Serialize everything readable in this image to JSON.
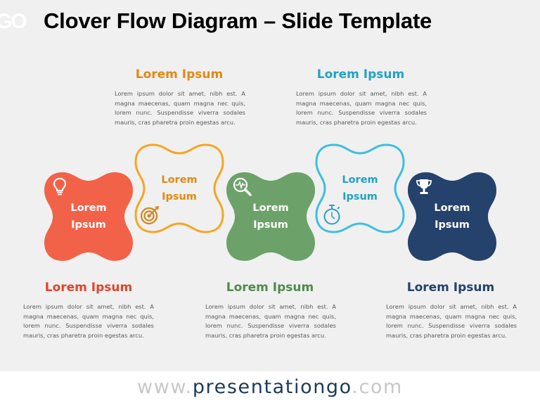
{
  "header": {
    "logo_fragment": "GO",
    "title": "Clover Flow Diagram – Slide Template"
  },
  "colors": {
    "red": "#f26249",
    "orange": "#f5a623",
    "orange_text": "#e08a12",
    "green": "#6ca26a",
    "teal": "#3ebfe0",
    "teal_text": "#21a2c4",
    "navy": "#24426b",
    "body_text": "#595959"
  },
  "steps": [
    {
      "shape_label_1": "Lorem",
      "shape_label_2": "Ipsum",
      "icon": "lightbulb-icon",
      "style": "filled",
      "heading": "Lorem Ipsum",
      "body": "Lorem ipsum dolor sit amet, nibh est. A magna maecenas, quam magna nec quis, lorem nunc. Suspendisse viverra sodales mauris, cras pharetra proin egestas arcu."
    },
    {
      "shape_label_1": "Lorem",
      "shape_label_2": "Ipsum",
      "icon": "target-icon",
      "style": "outline",
      "heading": "Lorem Ipsum",
      "body": "Lorem ipsum dolor sit amet, nibh est. A magna maecenas, quam magna nec quis, lorem nunc. Suspendisse viverra sodales mauris, cras pharetra proin egestas arcu."
    },
    {
      "shape_label_1": "Lorem",
      "shape_label_2": "Ipsum",
      "icon": "magnifier-pulse-icon",
      "style": "filled",
      "heading": "Lorem Ipsum",
      "body": "Lorem ipsum dolor sit amet, nibh est. A magna maecenas, quam magna nec quis, lorem nunc. Suspendisse viverra sodales mauris, cras pharetra proin egestas arcu."
    },
    {
      "shape_label_1": "Lorem",
      "shape_label_2": "Ipsum",
      "icon": "stopwatch-icon",
      "style": "outline",
      "heading": "Lorem Ipsum",
      "body": "Lorem ipsum dolor sit amet, nibh est. A magna maecenas, quam magna nec quis, lorem nunc. Suspendisse viverra sodales mauris, cras pharetra proin egestas arcu."
    },
    {
      "shape_label_1": "Lorem",
      "shape_label_2": "Ipsum",
      "icon": "trophy-icon",
      "style": "filled",
      "heading": "Lorem Ipsum",
      "body": "Lorem ipsum dolor sit amet, nibh est. A magna maecenas, quam magna nec quis, lorem nunc. Suspendisse viverra sodales mauris, cras pharetra proin egestas arcu."
    }
  ],
  "footer": {
    "url_prefix": "www.",
    "url_brand": "presentationgo",
    "url_suffix": ".com"
  }
}
